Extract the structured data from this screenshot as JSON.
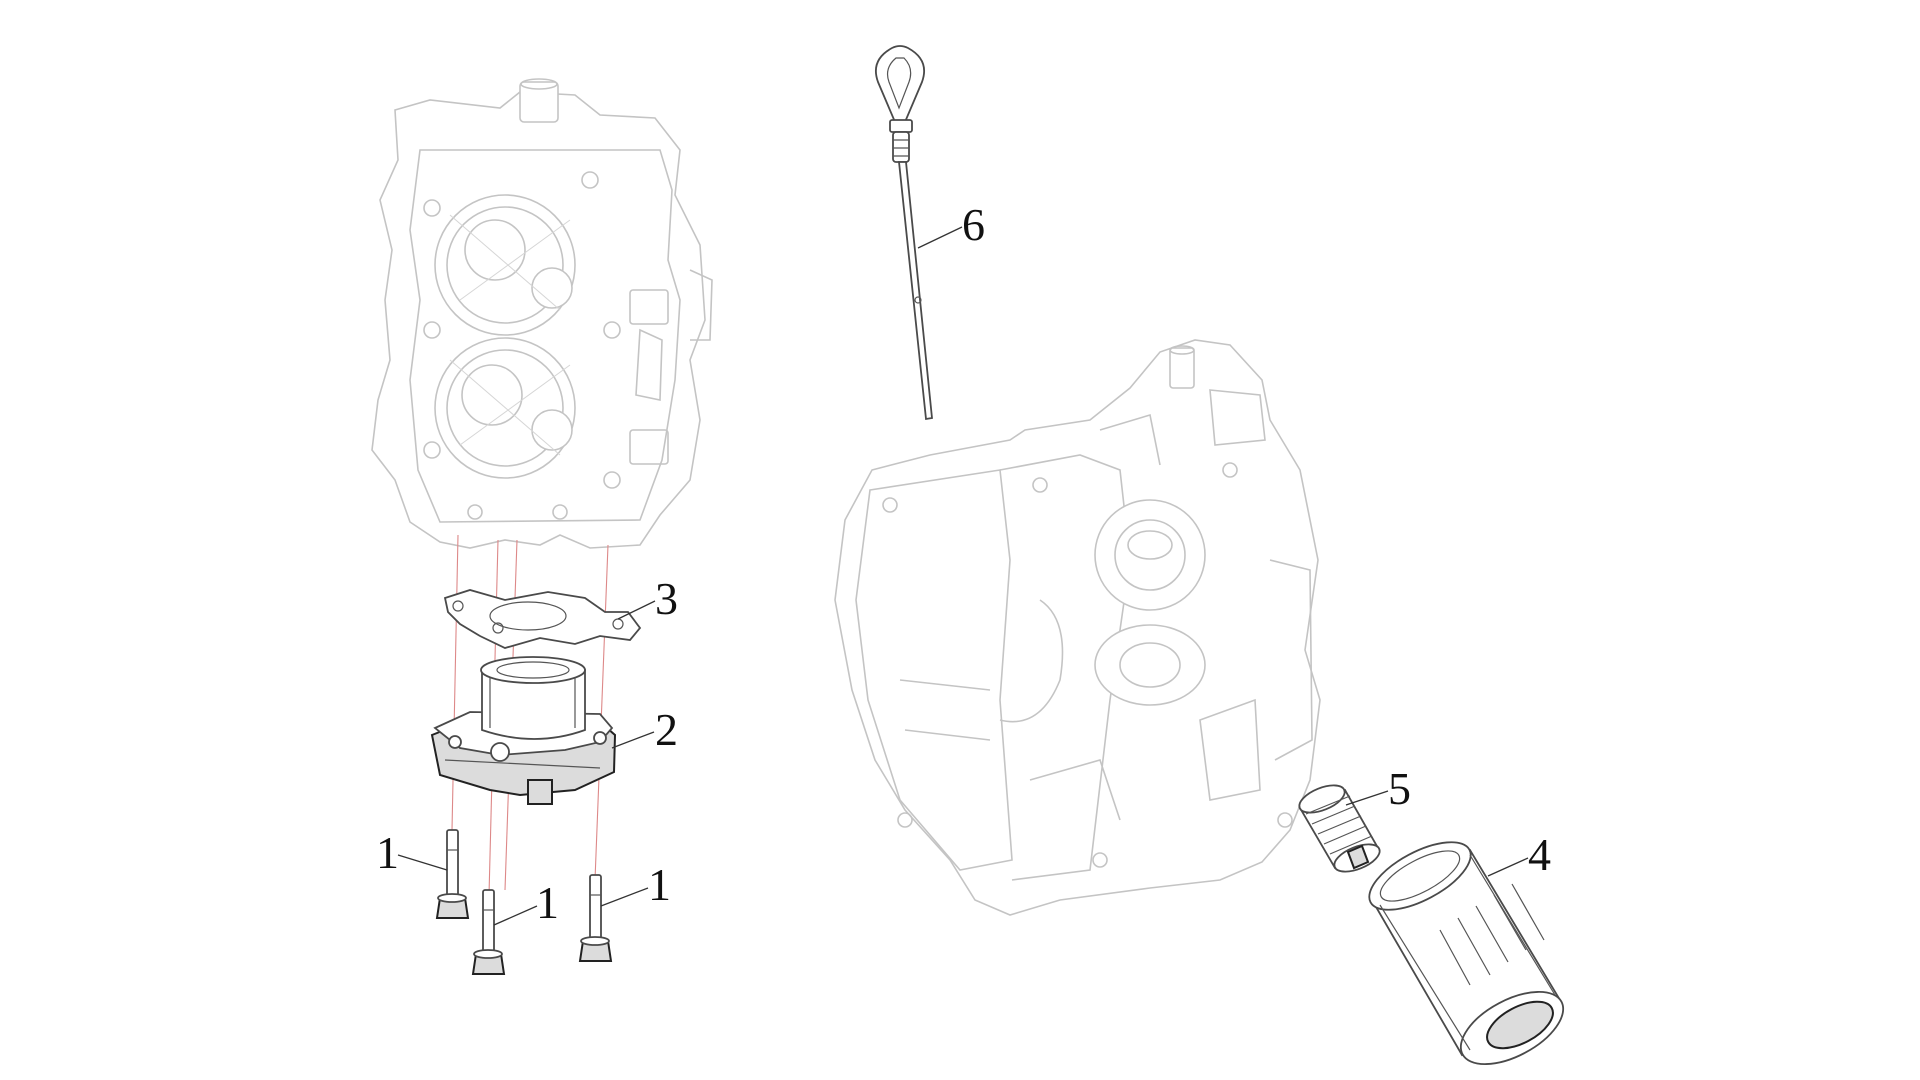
{
  "callouts": [
    {
      "label": "1"
    },
    {
      "label": "1"
    },
    {
      "label": "1"
    },
    {
      "label": "2"
    },
    {
      "label": "3"
    },
    {
      "label": "4"
    },
    {
      "label": "5"
    },
    {
      "label": "6"
    }
  ],
  "colors": {
    "context_line": "#c4c4c4",
    "part_line": "#4a4a4a",
    "axis_line": "#dd8888",
    "label": "#111111"
  }
}
